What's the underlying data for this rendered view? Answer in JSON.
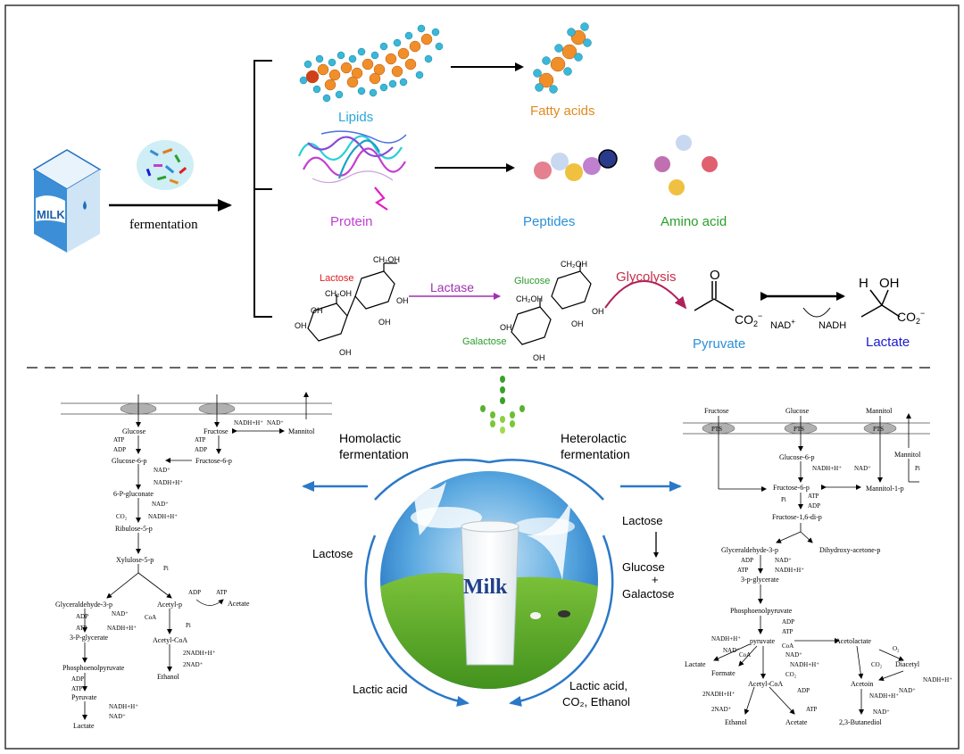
{
  "top": {
    "fermentation": "fermentation",
    "carton_text": "MILK",
    "lipids": "Lipids",
    "fatty_acids": "Fatty acids",
    "protein": "Protein",
    "peptides": "Peptides",
    "amino_acid": "Amino acid",
    "lactose": "Lactose",
    "lactase": "Lactase",
    "glucose": "Glucose",
    "galactose": "Galactose",
    "glycolysis": "Glycolysis",
    "pyruvate": "Pyruvate",
    "lactate": "Lactate",
    "nad_plus": "NAD",
    "nadh": "NADH",
    "co2": "CO",
    "hydroxyl": "HO",
    "h_atom": "H",
    "o_atom": "O",
    "oh": "OH",
    "ch2oh": "CH₂OH",
    "oh_label": "OH"
  },
  "center": {
    "homolactic": "Homolactic",
    "homolactic2": "fermentation",
    "heterolactic": "Heterolactic",
    "heterolactic2": "fermentation",
    "lactose_left": "Lactose",
    "lactose_right": "Lactose",
    "glucose": "Glucose",
    "plus": "+",
    "galactose": "Galactose",
    "lactic_acid": "Lactic acid",
    "lactic_acid2": "Lactic acid,",
    "co2_ethanol": "CO₂, Ethanol",
    "milk": "Milk"
  },
  "left_path": {
    "glucose": "Glucose",
    "fructose": "Fructose",
    "mannitol": "Mannitol",
    "atp": "ATP",
    "adp": "ADP",
    "glucose6p": "Glucose-6-p",
    "fructose6p": "Fructose-6-p",
    "nad": "NAD⁺",
    "nadh": "NADH+H⁺",
    "gluconate": "6-P-gluconate",
    "co2": "CO₂",
    "ribulose": "Ribulose-5-p",
    "xylulose": "Xylulose-5-p",
    "pi": "Pi",
    "g3p": "Glyceraldehyde-3-p",
    "acetylp": "Acetyl-p",
    "acetate": "Acetate",
    "coa": "CoA",
    "p3glycerate": "3-P-glycerate",
    "acetylcoa": "Acetyl-CoA",
    "nadh2": "2NADH+H⁺",
    "nad2": "2NAD⁺",
    "pep": "Phosphoenolpyruvate",
    "ethanol": "Ethanol",
    "pyruvate": "Pyruvate",
    "lactate": "Lactate"
  },
  "right_path": {
    "fructose": "Fructose",
    "glucose": "Glucose",
    "mannitol": "Mannitol",
    "pts": "PTS",
    "glucose6p": "Glucose-6-p",
    "mannitol_out": "Mannitol",
    "nadh": "NADH+H⁺",
    "nad": "NAD⁺",
    "pi": "Pi",
    "fructose6p": "Fructose-6-p",
    "mannitol1p": "Mannitol-1-p",
    "atp": "ATP",
    "adp": "ADP",
    "fbp": "Fructose-1,6-di-p",
    "g3p": "Glyceraldehyde-3-p",
    "dhap": "Dihydroxy-acetone-p",
    "glycerate3p": "3-p-glycerate",
    "pep": "Phosphoenolpyruvate",
    "pyruvate": "pyruvate",
    "acetolactate": "Acetolactate",
    "o2": "O₂",
    "co2": "CO₂",
    "diacetyl": "Diacetyl",
    "lactate": "Lactate",
    "formate": "Formate",
    "coa": "CoA",
    "acetylcoa": "Acetyl-CoA",
    "acetoin": "Acetoin",
    "nadh2": "2NADH+H⁺",
    "nad2": "2NAD⁺",
    "ethanol": "Ethanol",
    "acetate": "Acetate",
    "butanediol": "2,3-Butanediol"
  },
  "colors": {
    "lipids": "#2aa8dc",
    "fatty_acids": "#e08a1e",
    "protein": "#c23fd0",
    "peptides": "#2a8fd8",
    "amino_acid": "#2aa02a",
    "lactose": "#e02020",
    "lactase": "#a030b0",
    "glucose": "#2a9a2a",
    "glycolysis": "#c0304a",
    "pyruvate": "#2a8fd8",
    "lactate": "#1a1ad0",
    "blue_arrow": "#2a78c8"
  }
}
